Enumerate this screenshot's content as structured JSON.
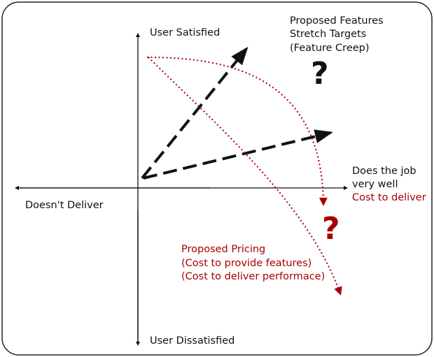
{
  "labels": {
    "y_top": "User Satisfied",
    "y_bottom": "User Dissatisfied",
    "x_left": "Doesn't Deliver",
    "x_right_line1": "Does the job",
    "x_right_line2": "very well",
    "x_right_line3": "Cost to deliver"
  },
  "features": {
    "line1": "Proposed Features",
    "line2": "Stretch Targets",
    "line3": "(Feature Creep)",
    "question": "?"
  },
  "pricing": {
    "line1": "Proposed Pricing",
    "line2": "(Cost to provide features)",
    "line3": "(Cost to deliver performace)",
    "question": "?"
  },
  "colors": {
    "ink": "#111111",
    "accent_red": "#a80000"
  }
}
